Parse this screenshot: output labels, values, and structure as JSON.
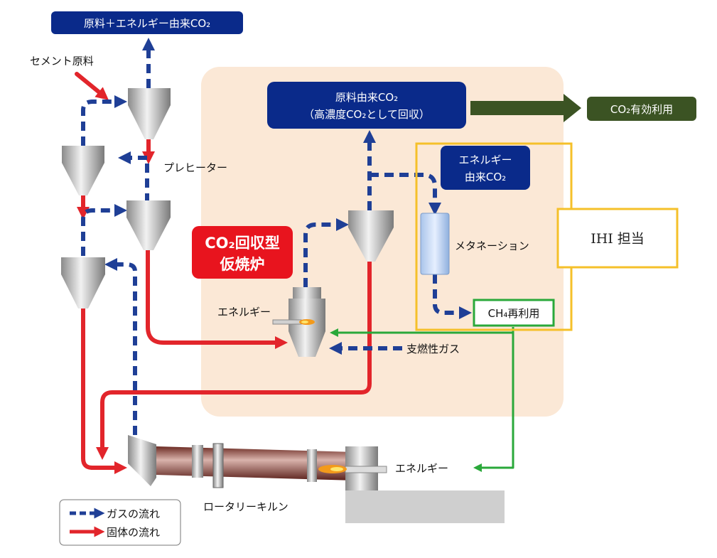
{
  "labels": {
    "top_co2": "原料＋エネルギー由来CO₂",
    "cement": "セメント原料",
    "preheater": "プレヒーター",
    "raw_co2_line1": "原料由来CO₂",
    "raw_co2_line2": "（高濃度CO₂として回収）",
    "co2_use": "CO₂有効利用",
    "energy_co2_line1": "エネルギー",
    "energy_co2_line2": "由来CO₂",
    "methanation": "メタネーション",
    "ihi": "IHI 担当",
    "calciner_line1": "CO₂回収型",
    "calciner_line2": "仮焼炉",
    "energy_calciner": "エネルギー",
    "ch4": "CH₄再利用",
    "aux_gas": "支燃性ガス",
    "energy_kiln": "エネルギー",
    "kiln": "ロータリーキルン"
  },
  "legend": {
    "gas": "ガスの流れ",
    "solid": "固体の流れ"
  },
  "colors": {
    "gas_flow": "#1f3f96",
    "solid_flow": "#e2252b",
    "green_flow": "#2aa83a",
    "navy_box": "#0a2a8a",
    "dark_green_box": "#3b5323",
    "red_box": "#e8141e",
    "zone_bg": "#fbe8d6",
    "highlight": "#f5c02a"
  }
}
